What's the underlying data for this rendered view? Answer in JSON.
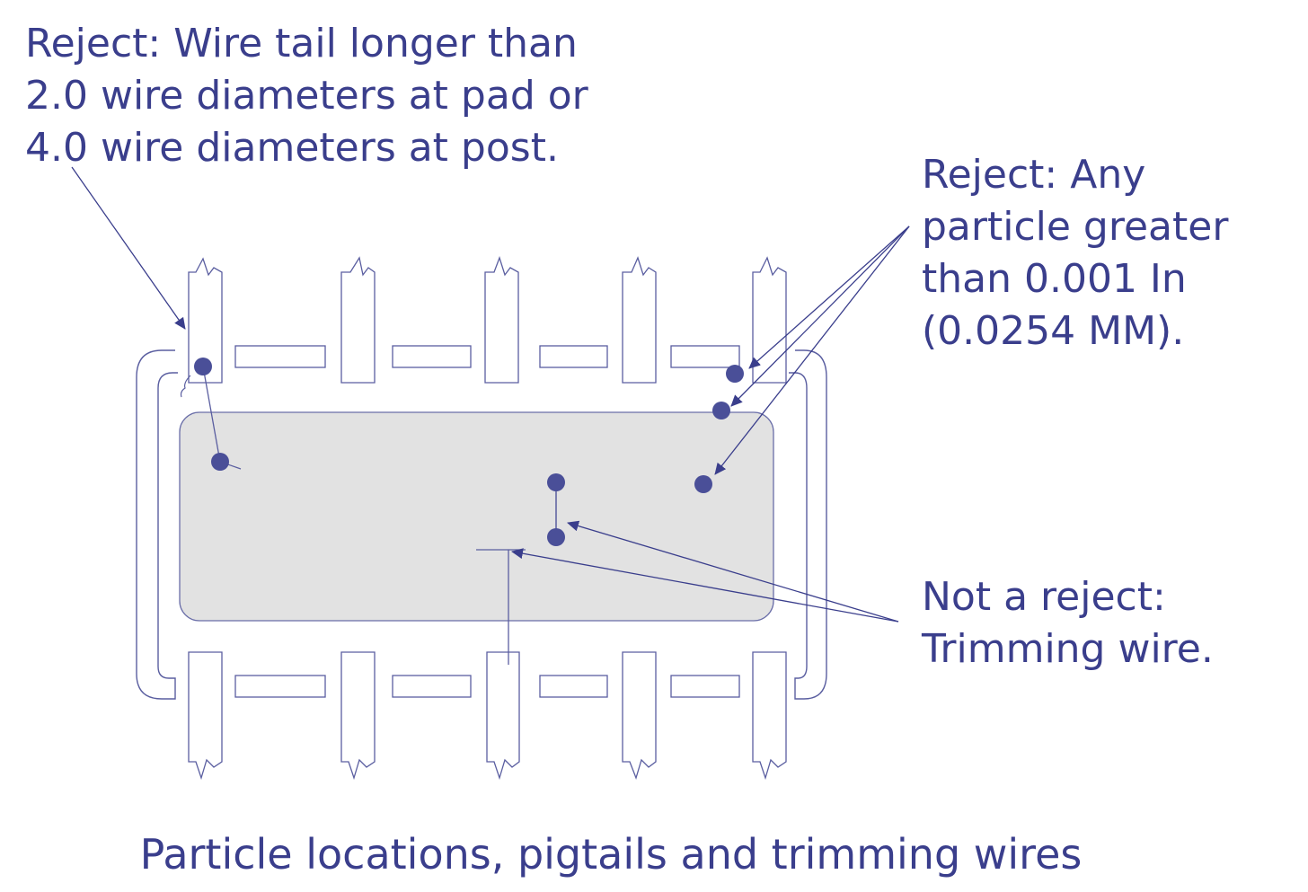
{
  "annotations": {
    "wire_tail": {
      "lines": [
        "Reject: Wire tail longer than",
        "2.0 wire diameters at pad or",
        "4.0 wire diameters at post."
      ]
    },
    "particle": {
      "lines": [
        "Reject: Any",
        "particle greater",
        "than 0.001 In",
        "(0.0254 MM)."
      ]
    },
    "trimming": {
      "lines": [
        "Not a reject:",
        "Trimming wire."
      ]
    }
  },
  "caption": "Particle locations, pigtails and trimming wires",
  "colors": {
    "ink": "#3a3e8c",
    "dot": "#4a4f98",
    "body_fill": "#e2e2e2",
    "outline": "#5a5ea0"
  }
}
